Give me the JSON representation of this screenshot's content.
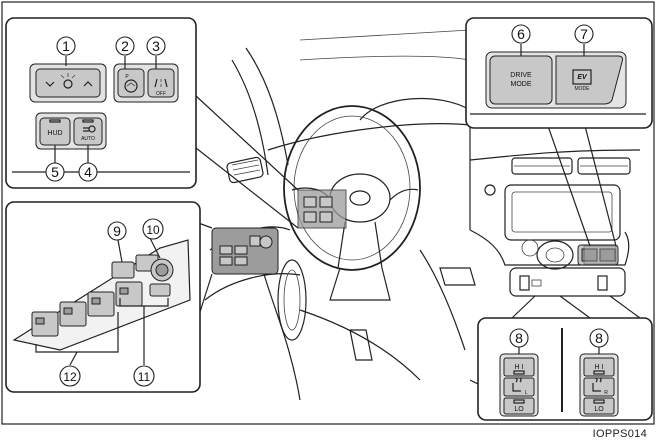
{
  "figure_code": "IOPPS014",
  "callouts": {
    "c1": "1",
    "c2": "2",
    "c3": "3",
    "c4": "4",
    "c5": "5",
    "c6": "6",
    "c7": "7",
    "c8a": "8",
    "c8b": "8",
    "c9": "9",
    "c10": "10",
    "c11": "11",
    "c12": "12"
  },
  "buttons": {
    "hud": "HUD",
    "auto": "AUTO",
    "off": "OFF",
    "drive_mode_line1": "DRIVE",
    "drive_mode_line2": "MODE",
    "ev_line1": "EV",
    "ev_line2": "MODE",
    "hi": "H I",
    "lo": "LO",
    "seat_l": "L",
    "seat_r": "R"
  },
  "colors": {
    "line": "#222222",
    "panel_gray": "#cfcfcf",
    "button_fill": "#b8b8b8",
    "dark_fill": "#9a9a9a"
  }
}
